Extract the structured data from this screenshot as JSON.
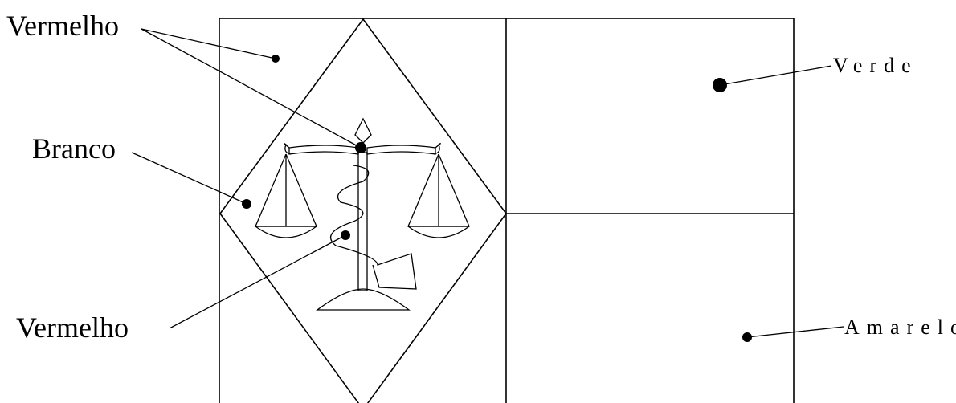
{
  "labels": {
    "top_left": "Vermelho",
    "mid_left": "Branco",
    "bottom_left": "Vermelho",
    "top_right": "Verde",
    "bottom_right": "Amarelo"
  },
  "colors": {
    "vermelho": "#cc0000",
    "branco": "#ffffff",
    "verde": "#009933",
    "amarelo": "#ffd700"
  },
  "emblem": "scales-of-justice-with-serpent-staff"
}
